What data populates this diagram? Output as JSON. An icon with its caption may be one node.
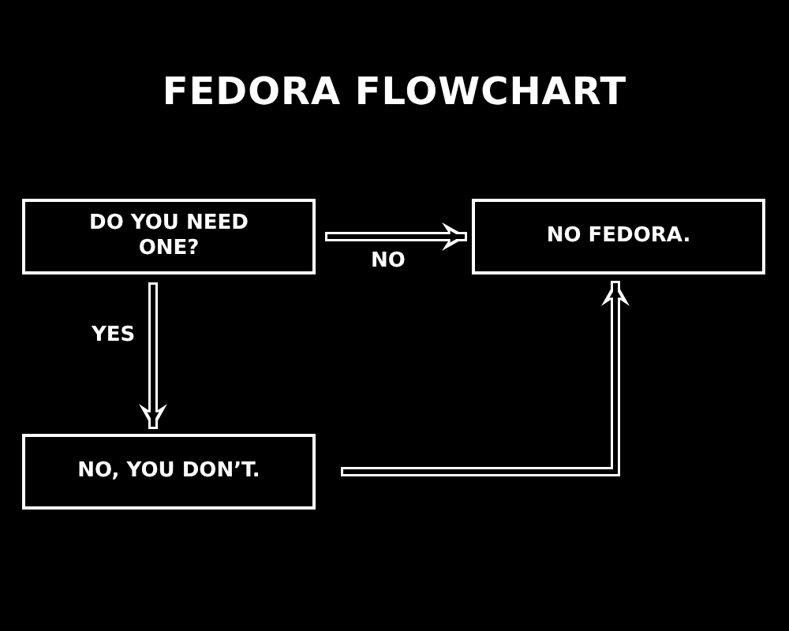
{
  "diagram": {
    "title": "FEDORA FLOWCHART",
    "nodes": [
      {
        "text": [
          "DO YOU NEED ONE?"
        ]
      },
      {
        "text": [
          "NO FEDORA."
        ]
      },
      {
        "text": [
          "NO, YOU DON’T."
        ]
      }
    ],
    "edges": [
      {
        "from": 0,
        "to": 1,
        "arrow": "to",
        "label": "NO"
      },
      {
        "from": 0,
        "to": 2,
        "arrow": "to",
        "label": "YES"
      },
      {
        "from": 2,
        "to": 1,
        "arrow": "to"
      }
    ]
  }
}
